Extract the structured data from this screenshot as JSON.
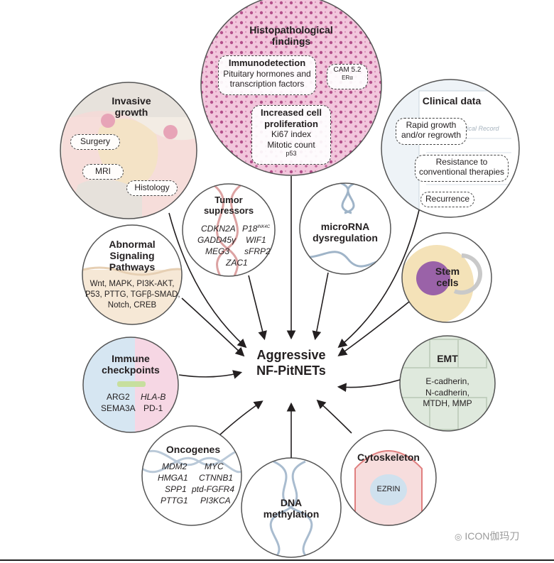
{
  "center": {
    "line1": "Aggressive",
    "line2": "NF-PitNETs"
  },
  "histopath": {
    "title1": "Histopathological",
    "title2": "findings",
    "immuno_title": "Immunodetection",
    "immuno_l1": "Pituitary hormones and",
    "immuno_l2": "transcription factors",
    "cam": "CAM 5.2",
    "era": "ERα",
    "prolif_t1": "Increased cell",
    "prolif_t2": "proliferation",
    "ki67": "Ki67 index",
    "mitotic": "Mitotic count",
    "p53": "p53"
  },
  "invasive": {
    "title1": "Invasive",
    "title2": "growth",
    "surgery": "Surgery",
    "mri": "MRI",
    "histology": "Histology"
  },
  "clinical": {
    "title": "Clinical data",
    "record": "Medical Record",
    "rapid1": "Rapid growth",
    "rapid2": "and/or regrowth",
    "resist1": "Resistance to",
    "resist2": "conventional therapies",
    "recurrence": "Recurrence"
  },
  "tumor_suppressors": {
    "title1": "Tumor",
    "title2": "supressors",
    "g1": "CDKN2A",
    "g2a": "P18",
    "g2sup": "INK4C",
    "g3": "GADD45γ",
    "g4": "WIF1",
    "g5": "MEG3",
    "g6": "sFRP2",
    "g7": "ZAC1"
  },
  "microrna": {
    "title1": "microRNA",
    "title2": "dysregulation"
  },
  "signaling": {
    "title1": "Abnormal",
    "title2": "Signaling",
    "title3": "Pathways",
    "l1": "Wnt, MAPK, PI3K-AKT,",
    "l2": "P53, PTTG, TGFβ-SMAD,",
    "l3": "Notch, CREB"
  },
  "stem": {
    "title1": "Stem",
    "title2": "cells"
  },
  "immune": {
    "title1": "Immune",
    "title2": "checkpoints",
    "g1": "ARG2",
    "g2": "HLA-B",
    "g3": "SEMA3A",
    "g4": "PD-1"
  },
  "emt": {
    "title": "EMT",
    "l1": "E-cadherin,",
    "l2": "N-cadherin,",
    "l3": "MTDH, MMP"
  },
  "oncogenes": {
    "title": "Oncogenes",
    "g1": "MDM2",
    "g2": "MYC",
    "g3": "HMGA1",
    "g4": "CTNNB1",
    "g5": "SPP1",
    "g6": "ptd-FGFR4",
    "g7": "PTTG1",
    "g8": "PI3KCA"
  },
  "dna": {
    "title1": "DNA",
    "title2": "methylation"
  },
  "cytoskeleton": {
    "title": "Cytoskeleton",
    "ezrin": "EZRIN"
  },
  "watermark": "ICON伽玛刀",
  "colors": {
    "tissue": "#f2c6dc",
    "pink": "#e9a9c8",
    "cream": "#f4e6c8",
    "green": "#dfe9dd",
    "blue": "#cfe1ee",
    "ink": "#231f20"
  }
}
